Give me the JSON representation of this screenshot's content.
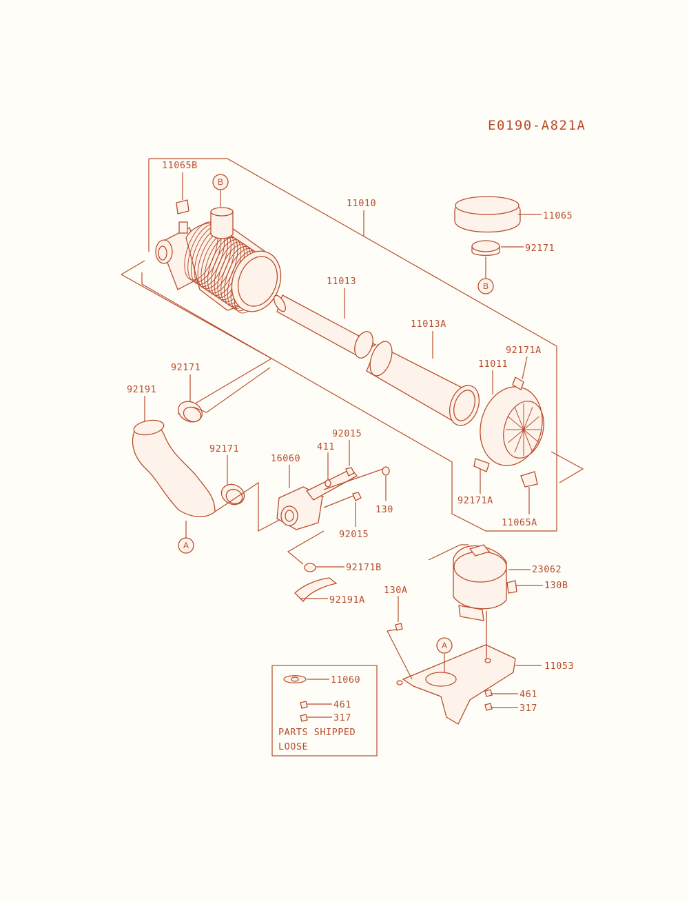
{
  "diagram": {
    "code": "E0190-A821A",
    "callouts": {
      "c11065B": "11065B",
      "c11010": "11010",
      "c11065": "11065",
      "c92171_top": "92171",
      "c11013": "11013",
      "c11013A": "11013A",
      "c92171A_top": "92171A",
      "c11011": "11011",
      "c92171_left1": "92171",
      "c92191": "92191",
      "c92015_top": "92015",
      "c411": "411",
      "c92171_left2": "92171",
      "c16060": "16060",
      "c130": "130",
      "c92015_bot": "92015",
      "c92171A_bot": "92171A",
      "c11065A": "11065A",
      "c23062": "23062",
      "c130B": "130B",
      "c92171B": "92171B",
      "c130A": "130A",
      "c92191A": "92191A",
      "c11053": "11053",
      "c461_right": "461",
      "c317_right": "317",
      "c11060": "11060",
      "c461_box": "461",
      "c317_box": "317"
    },
    "refs": {
      "ref_B_top": "B",
      "ref_B_right": "B",
      "ref_A_left": "A",
      "ref_A_bracket": "A"
    },
    "loose_box": {
      "line1": "PARTS SHIPPED",
      "line2": "LOOSE"
    }
  },
  "colors": {
    "ink": "#b84c2c",
    "paper": "#fefdf7"
  }
}
